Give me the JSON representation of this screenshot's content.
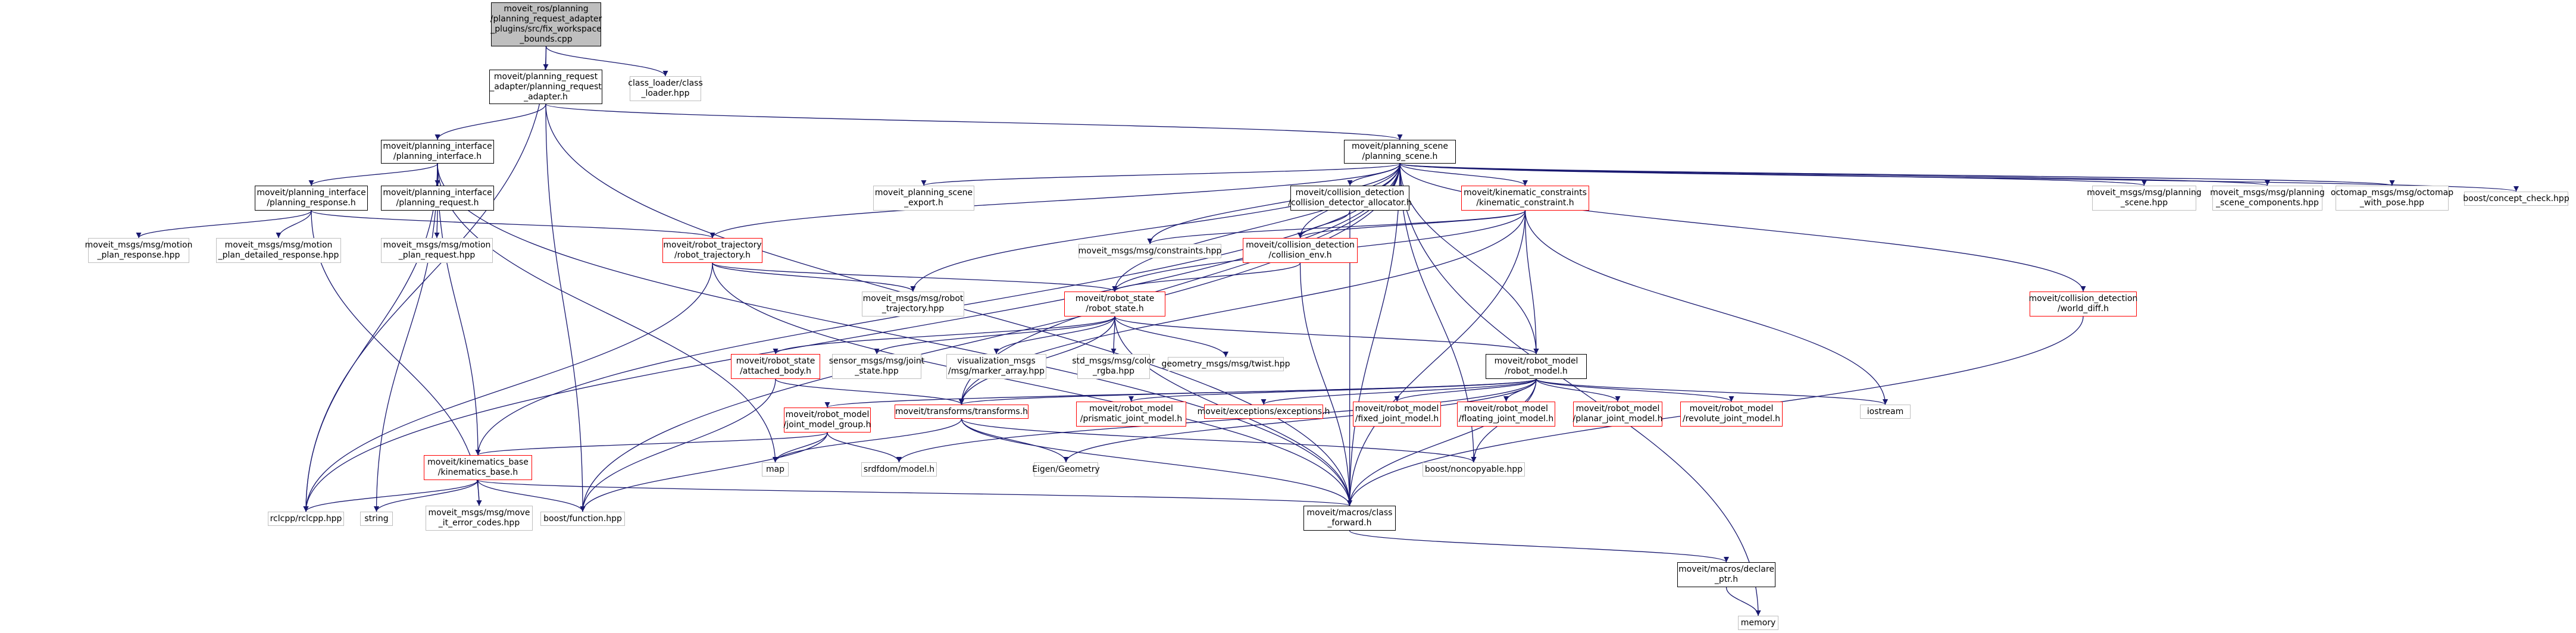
{
  "diagram": {
    "nodes": [
      {
        "id": "root",
        "label": "moveit_ros/planning\n/planning_request_adapter\n_plugins/src/fix_workspace\n_bounds.cpp",
        "style": "root"
      },
      {
        "id": "pra",
        "label": "moveit/planning_request\n_adapter/planning_request\n_adapter.h",
        "style": "black"
      },
      {
        "id": "classloader",
        "label": "class_loader/class\n_loader.hpp",
        "style": "gray"
      },
      {
        "id": "pi",
        "label": "moveit/planning_interface\n/planning_interface.h",
        "style": "black"
      },
      {
        "id": "ps",
        "label": "moveit/planning_scene\n/planning_scene.h",
        "style": "black"
      },
      {
        "id": "presp",
        "label": "moveit/planning_interface\n/planning_response.h",
        "style": "black"
      },
      {
        "id": "preq",
        "label": "moveit/planning_interface\n/planning_request.h",
        "style": "black"
      },
      {
        "id": "mpr",
        "label": "moveit_msgs/msg/motion\n_plan_response.hpp",
        "style": "gray"
      },
      {
        "id": "mpdr",
        "label": "moveit_msgs/msg/motion\n_plan_detailed_response.hpp",
        "style": "gray"
      },
      {
        "id": "mpreq",
        "label": "moveit_msgs/msg/motion\n_plan_request.hpp",
        "style": "gray"
      },
      {
        "id": "psexport",
        "label": "moveit_planning_scene\n_export.h",
        "style": "gray"
      },
      {
        "id": "cda",
        "label": "moveit/collision_detection\n/collision_detector_allocator.h",
        "style": "black"
      },
      {
        "id": "kc",
        "label": "moveit/kinematic_constraints\n/kinematic_constraint.h",
        "style": "red"
      },
      {
        "id": "msgps",
        "label": "moveit_msgs/msg/planning\n_scene.hpp",
        "style": "gray"
      },
      {
        "id": "msgpsc",
        "label": "moveit_msgs/msg/planning\n_scene_components.hpp",
        "style": "gray"
      },
      {
        "id": "octo",
        "label": "octomap_msgs/msg/octomap\n_with_pose.hpp",
        "style": "gray"
      },
      {
        "id": "concept",
        "label": "boost/concept_check.hpp",
        "style": "gray"
      },
      {
        "id": "rt",
        "label": "moveit/robot_trajectory\n/robot_trajectory.h",
        "style": "red"
      },
      {
        "id": "constr",
        "label": "moveit_msgs/msg/constraints.hpp",
        "style": "gray"
      },
      {
        "id": "cenv",
        "label": "moveit/collision_detection\n/collision_env.h",
        "style": "red"
      },
      {
        "id": "wdiff",
        "label": "moveit/collision_detection\n/world_diff.h",
        "style": "red"
      },
      {
        "id": "rtraj",
        "label": "moveit_msgs/msg/robot\n_trajectory.hpp",
        "style": "gray"
      },
      {
        "id": "rs",
        "label": "moveit/robot_state\n/robot_state.h",
        "style": "red"
      },
      {
        "id": "ab",
        "label": "moveit/robot_state\n/attached_body.h",
        "style": "red"
      },
      {
        "id": "sjs",
        "label": "sensor_msgs/msg/joint\n_state.hpp",
        "style": "gray"
      },
      {
        "id": "vis",
        "label": "visualization_msgs\n/msg/marker_array.hpp",
        "style": "gray"
      },
      {
        "id": "color",
        "label": "std_msgs/msg/color\n_rgba.hpp",
        "style": "gray"
      },
      {
        "id": "twist",
        "label": "geometry_msgs/msg/twist.hpp",
        "style": "gray"
      },
      {
        "id": "rm",
        "label": "moveit/robot_model\n/robot_model.h",
        "style": "black"
      },
      {
        "id": "jmg",
        "label": "moveit/robot_model\n/joint_model_group.h",
        "style": "red"
      },
      {
        "id": "tf",
        "label": "moveit/transforms/transforms.h",
        "style": "red"
      },
      {
        "id": "pjm",
        "label": "moveit/robot_model\n/prismatic_joint_model.h",
        "style": "red"
      },
      {
        "id": "exc",
        "label": "moveit/exceptions/exceptions.h",
        "style": "red"
      },
      {
        "id": "fjm",
        "label": "moveit/robot_model\n/fixed_joint_model.h",
        "style": "red"
      },
      {
        "id": "fljm",
        "label": "moveit/robot_model\n/floating_joint_model.h",
        "style": "red"
      },
      {
        "id": "pljm",
        "label": "moveit/robot_model\n/planar_joint_model.h",
        "style": "red"
      },
      {
        "id": "rjm",
        "label": "moveit/robot_model\n/revolute_joint_model.h",
        "style": "red"
      },
      {
        "id": "iostream",
        "label": "iostream",
        "style": "gray"
      },
      {
        "id": "kb",
        "label": "moveit/kinematics_base\n/kinematics_base.h",
        "style": "red"
      },
      {
        "id": "map",
        "label": "map",
        "style": "gray"
      },
      {
        "id": "srdf",
        "label": "srdfdom/model.h",
        "style": "gray"
      },
      {
        "id": "eigen",
        "label": "Eigen/Geometry",
        "style": "gray"
      },
      {
        "id": "noncopy",
        "label": "boost/noncopyable.hpp",
        "style": "gray"
      },
      {
        "id": "rclcpp",
        "label": "rclcpp/rclcpp.hpp",
        "style": "gray"
      },
      {
        "id": "string",
        "label": "string",
        "style": "gray"
      },
      {
        "id": "merr",
        "label": "moveit_msgs/msg/move\n_it_error_codes.hpp",
        "style": "gray"
      },
      {
        "id": "bfunc",
        "label": "boost/function.hpp",
        "style": "gray"
      },
      {
        "id": "cf",
        "label": "moveit/macros/class\n_forward.h",
        "style": "black"
      },
      {
        "id": "dp",
        "label": "moveit/macros/declare\n_ptr.h",
        "style": "black"
      },
      {
        "id": "memory",
        "label": "memory",
        "style": "gray"
      }
    ],
    "edges": [
      [
        "root",
        "pra"
      ],
      [
        "root",
        "classloader"
      ],
      [
        "root",
        "rclcpp"
      ],
      [
        "pra",
        "pi"
      ],
      [
        "pra",
        "ps"
      ],
      [
        "pra",
        "bfunc"
      ],
      [
        "pra",
        "cf"
      ],
      [
        "pi",
        "presp"
      ],
      [
        "pi",
        "preq"
      ],
      [
        "pi",
        "kb"
      ],
      [
        "pi",
        "rclcpp"
      ],
      [
        "pi",
        "string"
      ],
      [
        "pi",
        "map"
      ],
      [
        "pi",
        "cf"
      ],
      [
        "presp",
        "rt"
      ],
      [
        "presp",
        "mpr"
      ],
      [
        "presp",
        "mpdr"
      ],
      [
        "presp",
        "merr"
      ],
      [
        "preq",
        "mpreq"
      ],
      [
        "ps",
        "psexport"
      ],
      [
        "ps",
        "cda"
      ],
      [
        "ps",
        "kc"
      ],
      [
        "ps",
        "msgps"
      ],
      [
        "ps",
        "msgpsc"
      ],
      [
        "ps",
        "octo"
      ],
      [
        "ps",
        "concept"
      ],
      [
        "ps",
        "rt"
      ],
      [
        "ps",
        "constr"
      ],
      [
        "ps",
        "cenv"
      ],
      [
        "ps",
        "wdiff"
      ],
      [
        "ps",
        "rtraj"
      ],
      [
        "ps",
        "rs"
      ],
      [
        "ps",
        "rm"
      ],
      [
        "ps",
        "tf"
      ],
      [
        "ps",
        "rclcpp"
      ],
      [
        "ps",
        "bfunc"
      ],
      [
        "ps",
        "noncopy"
      ],
      [
        "ps",
        "cf"
      ],
      [
        "ps",
        "memory"
      ],
      [
        "ps",
        "kb"
      ],
      [
        "cda",
        "cenv"
      ],
      [
        "cda",
        "cf"
      ],
      [
        "kc",
        "constr"
      ],
      [
        "kc",
        "cenv"
      ],
      [
        "kc",
        "rs"
      ],
      [
        "kc",
        "rm"
      ],
      [
        "kc",
        "iostream"
      ],
      [
        "kc",
        "tf"
      ],
      [
        "kc",
        "cf"
      ],
      [
        "cenv",
        "rs"
      ],
      [
        "cenv",
        "cf"
      ],
      [
        "wdiff",
        "cf"
      ],
      [
        "rt",
        "rs"
      ],
      [
        "rt",
        "rtraj"
      ],
      [
        "rt",
        "rclcpp"
      ],
      [
        "rt",
        "cf"
      ],
      [
        "rs",
        "ab"
      ],
      [
        "rs",
        "sjs"
      ],
      [
        "rs",
        "vis"
      ],
      [
        "rs",
        "color"
      ],
      [
        "rs",
        "twist"
      ],
      [
        "rs",
        "rm"
      ],
      [
        "rs",
        "tf"
      ],
      [
        "rs",
        "cf"
      ],
      [
        "ab",
        "tf"
      ],
      [
        "ab",
        "bfunc"
      ],
      [
        "rm",
        "jmg"
      ],
      [
        "rm",
        "tf"
      ],
      [
        "rm",
        "pjm"
      ],
      [
        "rm",
        "exc"
      ],
      [
        "rm",
        "fjm"
      ],
      [
        "rm",
        "fljm"
      ],
      [
        "rm",
        "pljm"
      ],
      [
        "rm",
        "rjm"
      ],
      [
        "rm",
        "iostream"
      ],
      [
        "rm",
        "srdf"
      ],
      [
        "rm",
        "eigen"
      ],
      [
        "rm",
        "cf"
      ],
      [
        "rm",
        "noncopy"
      ],
      [
        "jmg",
        "kb"
      ],
      [
        "jmg",
        "srdf"
      ],
      [
        "jmg",
        "bfunc"
      ],
      [
        "jmg",
        "map"
      ],
      [
        "tf",
        "map"
      ],
      [
        "tf",
        "eigen"
      ],
      [
        "tf",
        "noncopy"
      ],
      [
        "tf",
        "cf"
      ],
      [
        "kb",
        "rclcpp"
      ],
      [
        "kb",
        "string"
      ],
      [
        "kb",
        "merr"
      ],
      [
        "kb",
        "bfunc"
      ],
      [
        "kb",
        "cf"
      ],
      [
        "cf",
        "dp"
      ],
      [
        "dp",
        "memory"
      ]
    ]
  }
}
